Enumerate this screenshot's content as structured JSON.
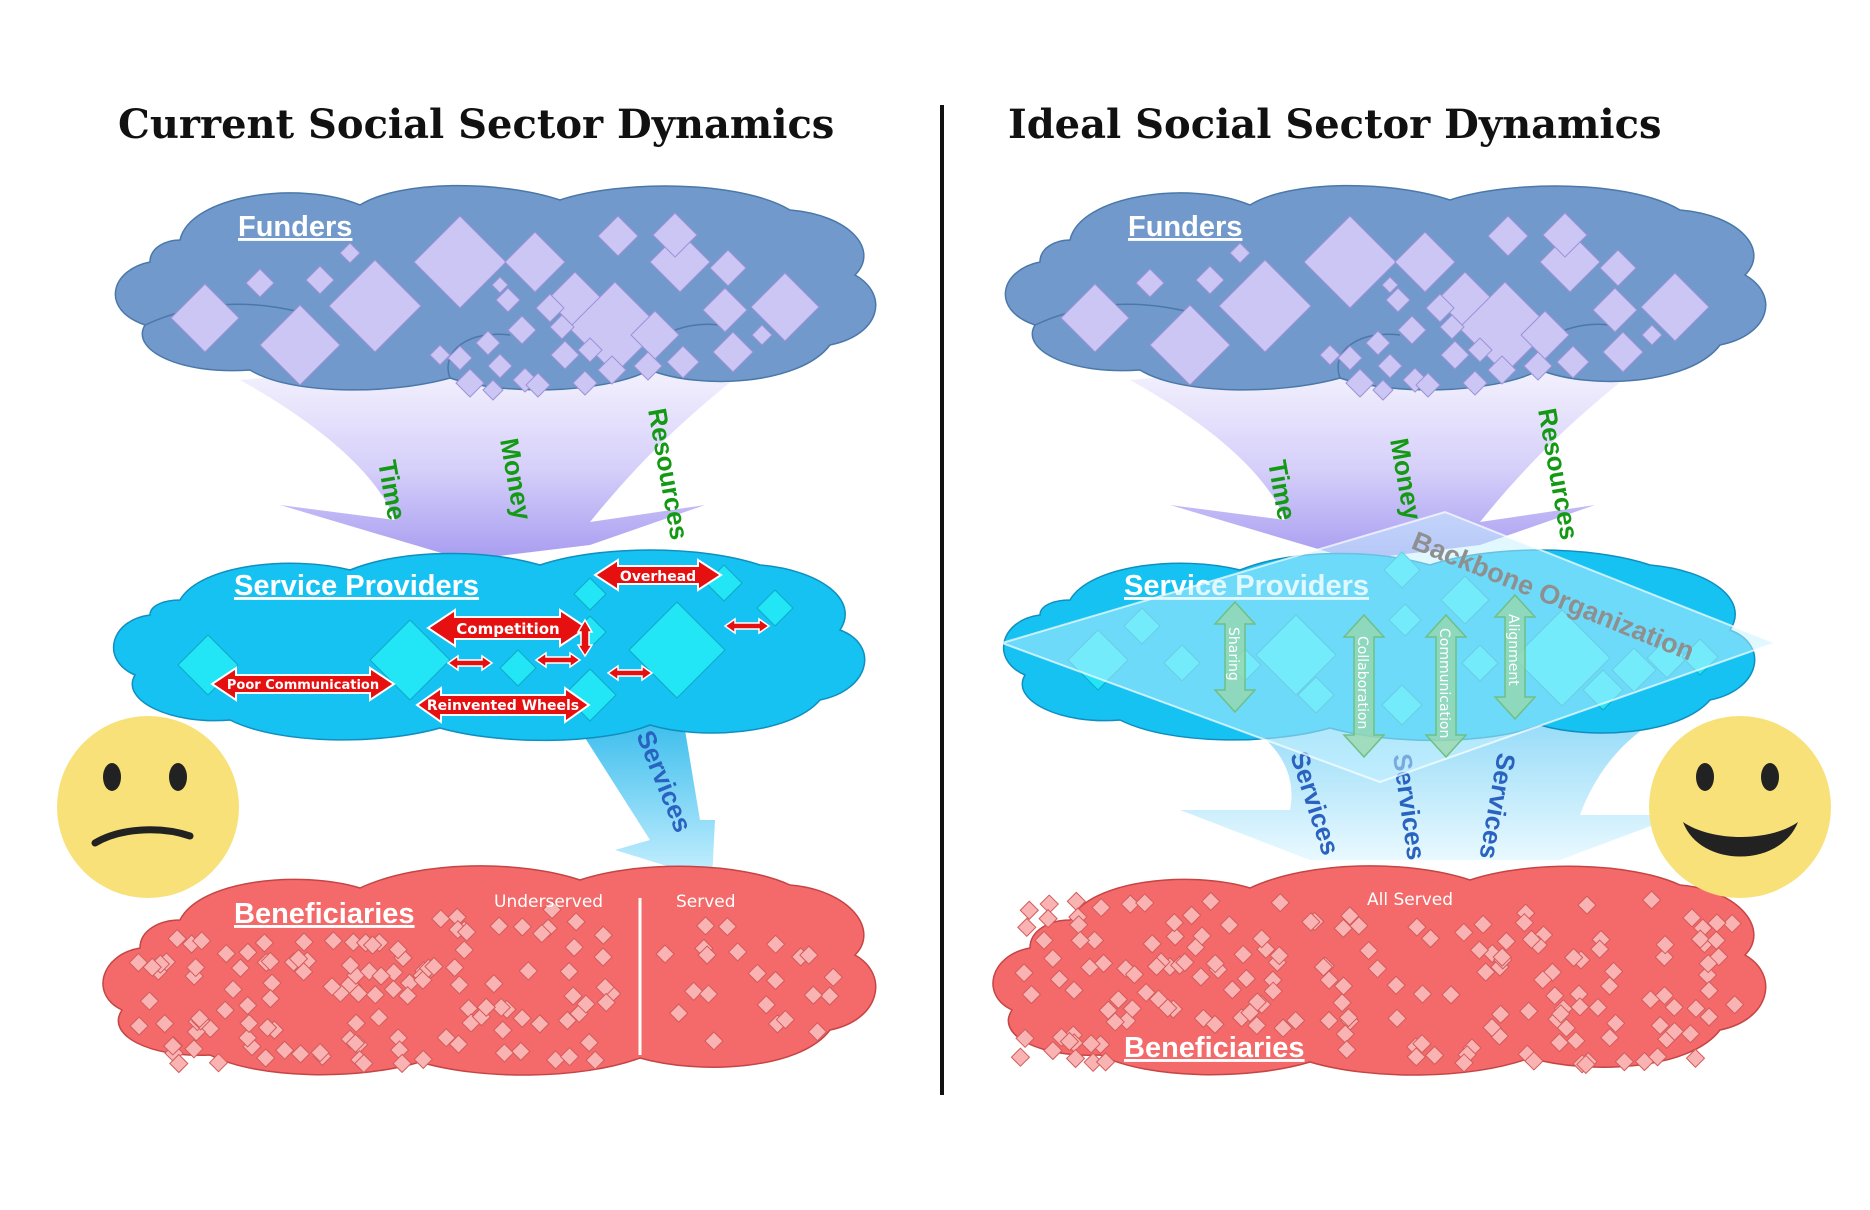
{
  "left_panel": {
    "title": "Current Social Sector Dynamics",
    "funders_label": "Funders",
    "flows": [
      "Time",
      "Money",
      "Resources"
    ],
    "providers_label": "Service Providers",
    "problems": [
      "Overhead",
      "Competition",
      "Poor Communication",
      "Reinvented Wheels"
    ],
    "services_label": "Services",
    "beneficiaries_label": "Beneficiaries",
    "underserved_label": "Underserved",
    "served_label": "Served",
    "face": "frown-face"
  },
  "right_panel": {
    "title": "Ideal Social Sector Dynamics",
    "funders_label": "Funders",
    "flows": [
      "Time",
      "Money",
      "Resources"
    ],
    "backbone_label": "Backbone Organization",
    "providers_label": "Service Providers",
    "links": [
      "Sharing",
      "Collaboration",
      "Communication",
      "Alignment"
    ],
    "services_labels": [
      "Services",
      "Services",
      "Services"
    ],
    "beneficiaries_label": "Beneficiaries",
    "all_served_label": "All Served",
    "face": "smile-face"
  },
  "colors": {
    "funders_cloud": "#7299cc",
    "funder_diamond": "#ccc6f5",
    "providers_cloud": "#16c2f2",
    "provider_diamond": "#22e5f5",
    "beneficiaries_cloud": "#f46a6a",
    "problem_arrow": "#e61010",
    "flow_text": "#139913",
    "services_text": "#2a62c0",
    "face": "#f7e178",
    "divider": "#111111"
  }
}
